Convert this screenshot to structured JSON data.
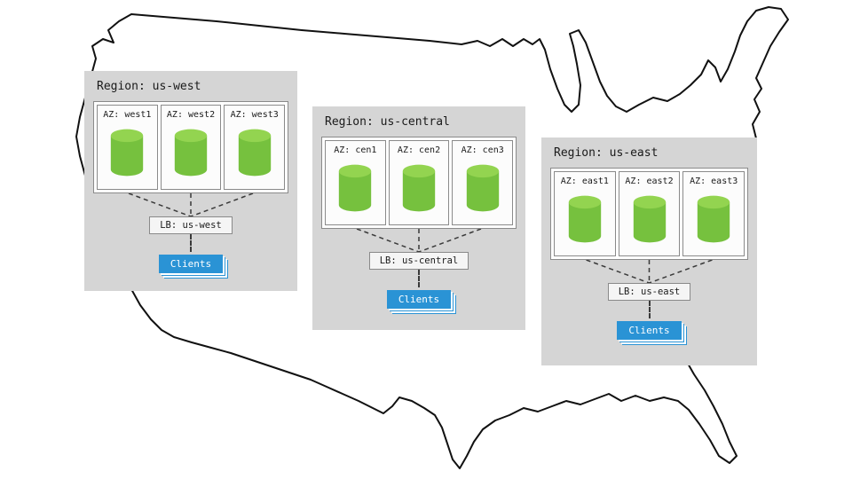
{
  "regions": [
    {
      "title": "Region: us-west",
      "azs": [
        "AZ: west1",
        "AZ: west2",
        "AZ: west3"
      ],
      "lb": "LB: us-west",
      "clients": "Clients"
    },
    {
      "title": "Region: us-central",
      "azs": [
        "AZ: cen1",
        "AZ: cen2",
        "AZ: cen3"
      ],
      "lb": "LB: us-central",
      "clients": "Clients"
    },
    {
      "title": "Region: us-east",
      "azs": [
        "AZ: east1",
        "AZ: east2",
        "AZ: east3"
      ],
      "lb": "LB: us-east",
      "clients": "Clients"
    }
  ],
  "icons": {
    "database": "database-cylinder-icon",
    "map": "us-map-outline"
  },
  "colors": {
    "region_bg": "#d5d5d5",
    "az_border": "#8a8a8a",
    "cylinder_body": "#76c13e",
    "cylinder_top": "#93d450",
    "clients_bg": "#2a93d5",
    "connector": "#3a3a3a",
    "map_stroke": "#111111"
  }
}
